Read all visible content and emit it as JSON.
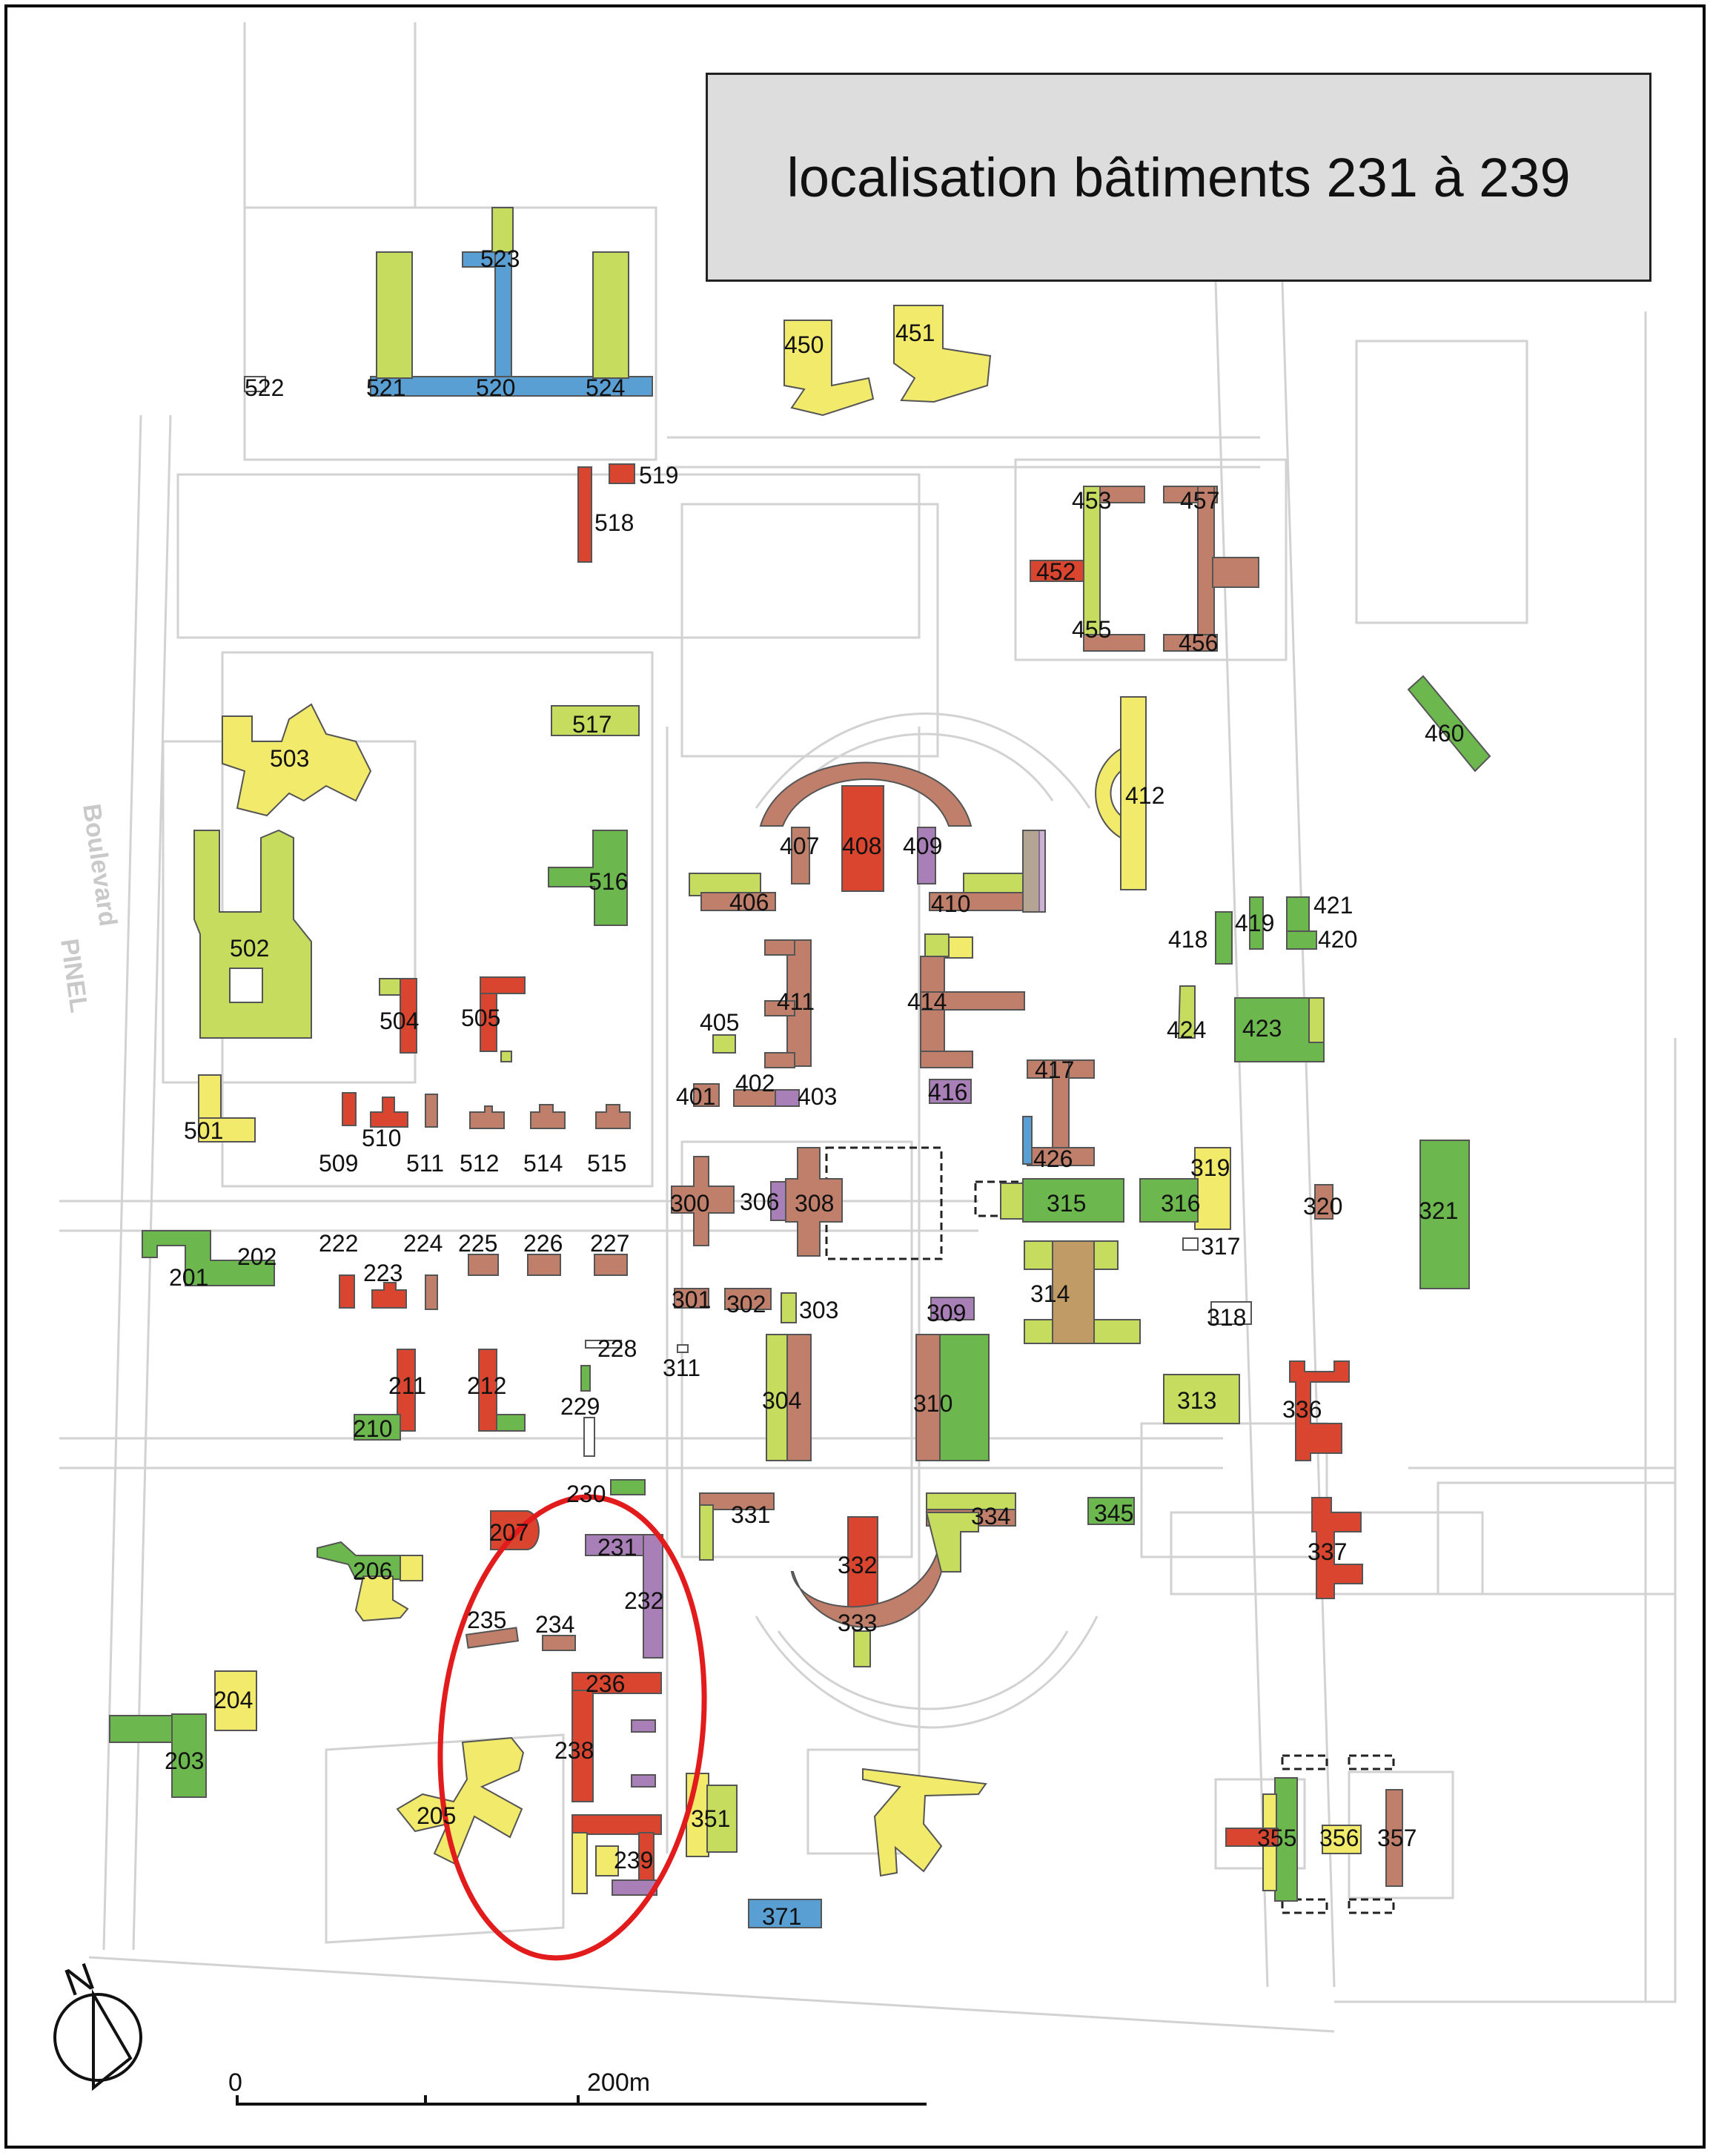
{
  "title": "localisation bâtiments 231 à 239",
  "streets": [
    "Boulevard",
    "PINEL"
  ],
  "colors": {
    "yellow": "#f2ea6b",
    "lime": "#c5dc5e",
    "green": "#6cb84f",
    "red": "#d9452e",
    "brown": "#bf7f6a",
    "purple": "#a97fb8",
    "blue": "#5a9fd4",
    "highlight": "#e21c1c",
    "road": "#d4d4d4"
  },
  "north_label": "N",
  "scale": {
    "start_label": "0",
    "end_label": "200m"
  },
  "buildings": [
    {
      "id": "523",
      "color": "blue"
    },
    {
      "id": "521",
      "color": "blue"
    },
    {
      "id": "520",
      "color": "blue"
    },
    {
      "id": "524",
      "color": "blue"
    },
    {
      "id": "522",
      "color": "none"
    },
    {
      "id": "450",
      "color": "yellow"
    },
    {
      "id": "451",
      "color": "yellow"
    },
    {
      "id": "519",
      "color": "red"
    },
    {
      "id": "518",
      "color": "red"
    },
    {
      "id": "453",
      "color": "brown"
    },
    {
      "id": "457",
      "color": "brown"
    },
    {
      "id": "452",
      "color": "red"
    },
    {
      "id": "455",
      "color": "brown"
    },
    {
      "id": "456",
      "color": "brown"
    },
    {
      "id": "517",
      "color": "lime"
    },
    {
      "id": "503",
      "color": "yellow"
    },
    {
      "id": "460",
      "color": "green"
    },
    {
      "id": "412",
      "color": "yellow"
    },
    {
      "id": "407",
      "color": "brown"
    },
    {
      "id": "408",
      "color": "red"
    },
    {
      "id": "409",
      "color": "brown"
    },
    {
      "id": "516",
      "color": "green"
    },
    {
      "id": "406",
      "color": "brown"
    },
    {
      "id": "410",
      "color": "brown"
    },
    {
      "id": "502",
      "color": "lime"
    },
    {
      "id": "421",
      "color": "green"
    },
    {
      "id": "418",
      "color": "green"
    },
    {
      "id": "419",
      "color": "green"
    },
    {
      "id": "420",
      "color": "green"
    },
    {
      "id": "504",
      "color": "red"
    },
    {
      "id": "505",
      "color": "red"
    },
    {
      "id": "411",
      "color": "brown"
    },
    {
      "id": "414",
      "color": "brown"
    },
    {
      "id": "405",
      "color": "lime"
    },
    {
      "id": "424",
      "color": "lime"
    },
    {
      "id": "423",
      "color": "green"
    },
    {
      "id": "402",
      "color": "brown"
    },
    {
      "id": "401",
      "color": "brown"
    },
    {
      "id": "403",
      "color": "purple"
    },
    {
      "id": "416",
      "color": "purple"
    },
    {
      "id": "417",
      "color": "brown"
    },
    {
      "id": "501",
      "color": "yellow"
    },
    {
      "id": "510",
      "color": "red"
    },
    {
      "id": "509",
      "color": "red"
    },
    {
      "id": "511",
      "color": "brown"
    },
    {
      "id": "512",
      "color": "brown"
    },
    {
      "id": "514",
      "color": "brown"
    },
    {
      "id": "515",
      "color": "brown"
    },
    {
      "id": "426",
      "color": "brown"
    },
    {
      "id": "319",
      "color": "yellow"
    },
    {
      "id": "300",
      "color": "brown"
    },
    {
      "id": "306",
      "color": "purple"
    },
    {
      "id": "308",
      "color": "brown"
    },
    {
      "id": "315",
      "color": "green"
    },
    {
      "id": "316",
      "color": "green"
    },
    {
      "id": "320",
      "color": "brown"
    },
    {
      "id": "321",
      "color": "green"
    },
    {
      "id": "202",
      "color": "green"
    },
    {
      "id": "222",
      "color": "red"
    },
    {
      "id": "224",
      "color": "brown"
    },
    {
      "id": "225",
      "color": "brown"
    },
    {
      "id": "226",
      "color": "brown"
    },
    {
      "id": "227",
      "color": "brown"
    },
    {
      "id": "317",
      "color": "none"
    },
    {
      "id": "201",
      "color": "green"
    },
    {
      "id": "223",
      "color": "red"
    },
    {
      "id": "314",
      "color": "lime"
    },
    {
      "id": "301",
      "color": "brown"
    },
    {
      "id": "302",
      "color": "brown"
    },
    {
      "id": "303",
      "color": "lime"
    },
    {
      "id": "309",
      "color": "purple"
    },
    {
      "id": "318",
      "color": "none"
    },
    {
      "id": "228",
      "color": "none"
    },
    {
      "id": "311",
      "color": "none"
    },
    {
      "id": "211",
      "color": "red"
    },
    {
      "id": "212",
      "color": "red"
    },
    {
      "id": "229",
      "color": "green"
    },
    {
      "id": "304",
      "color": "lime"
    },
    {
      "id": "310",
      "color": "green"
    },
    {
      "id": "313",
      "color": "lime"
    },
    {
      "id": "336",
      "color": "red"
    },
    {
      "id": "210",
      "color": "green"
    },
    {
      "id": "230",
      "color": "green"
    },
    {
      "id": "331",
      "color": "brown"
    },
    {
      "id": "334",
      "color": "lime"
    },
    {
      "id": "345",
      "color": "green"
    },
    {
      "id": "207",
      "color": "red"
    },
    {
      "id": "231",
      "color": "purple"
    },
    {
      "id": "206",
      "color": "yellow"
    },
    {
      "id": "332",
      "color": "red"
    },
    {
      "id": "337",
      "color": "red"
    },
    {
      "id": "232",
      "color": "purple"
    },
    {
      "id": "333",
      "color": "brown"
    },
    {
      "id": "235",
      "color": "brown"
    },
    {
      "id": "234",
      "color": "brown"
    },
    {
      "id": "236",
      "color": "red"
    },
    {
      "id": "204",
      "color": "yellow"
    },
    {
      "id": "238",
      "color": "red"
    },
    {
      "id": "203",
      "color": "green"
    },
    {
      "id": "205",
      "color": "yellow"
    },
    {
      "id": "351",
      "color": "lime"
    },
    {
      "id": "355",
      "color": "red"
    },
    {
      "id": "356",
      "color": "yellow"
    },
    {
      "id": "357",
      "color": "brown"
    },
    {
      "id": "239",
      "color": "purple"
    },
    {
      "id": "371",
      "color": "blue"
    }
  ]
}
